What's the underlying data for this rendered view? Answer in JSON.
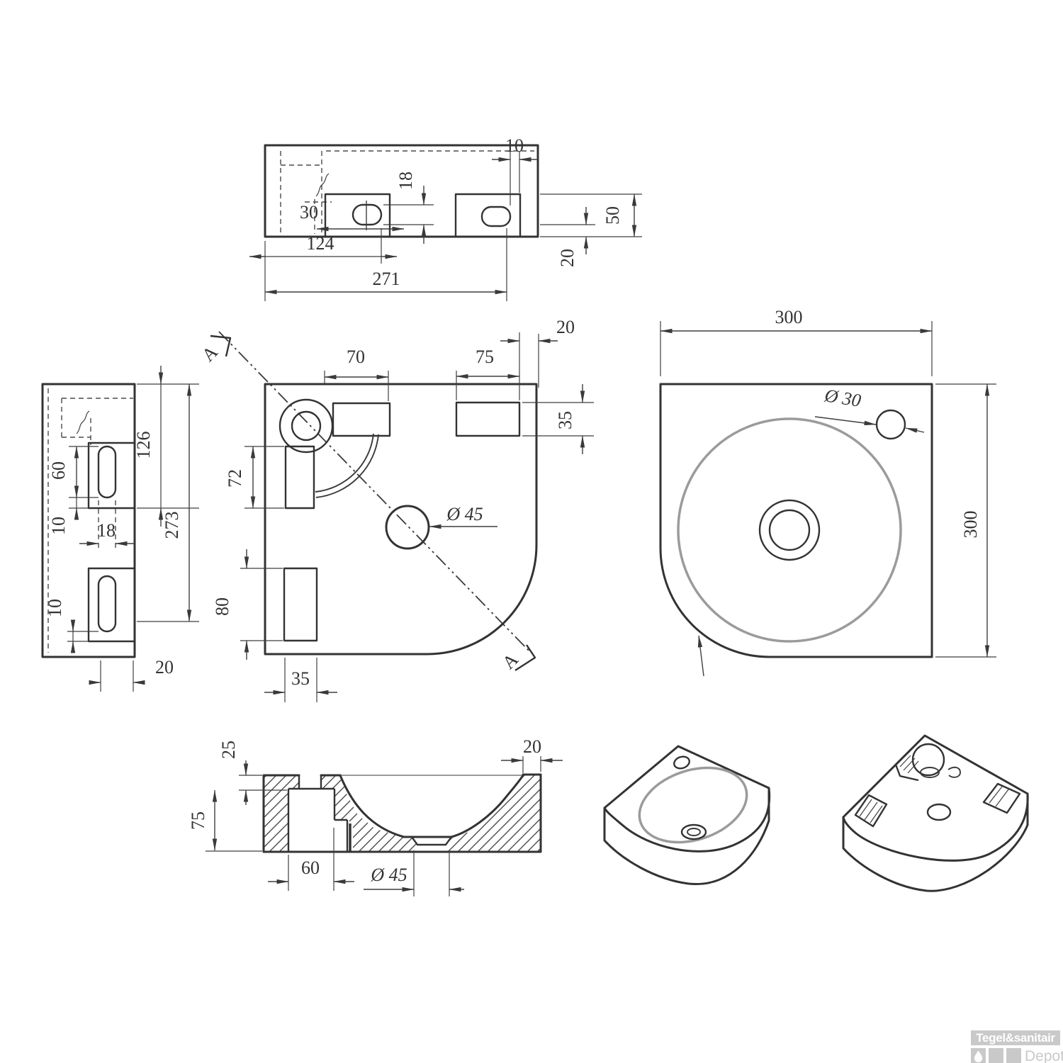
{
  "colors": {
    "line": "#333333",
    "dimension": "#3f3f3f",
    "bowl_gray": "#9b9b9b",
    "logo_gray": "#c9c9c9",
    "background": "#ffffff"
  },
  "views": {
    "back": {
      "d10": "10",
      "d18": "18",
      "d30": "30",
      "d124": "124",
      "d271": "271",
      "d50": "50",
      "d20": "20"
    },
    "side": {
      "d126": "126",
      "d60": "60",
      "d10_upper": "10",
      "d18": "18",
      "d273": "273",
      "d10_lower": "10",
      "d20": "20"
    },
    "plan": {
      "section_a_top": "A",
      "section_a_bottom": "A",
      "d70": "70",
      "d75": "75",
      "d20": "20",
      "d35_right": "35",
      "d72": "72",
      "d80": "80",
      "d35_bottom": "35",
      "d45": "Ø 45"
    },
    "top": {
      "d300_width": "300",
      "d30": "Ø 30",
      "d300_height": "300"
    },
    "section": {
      "d25": "25",
      "d75": "75",
      "d20": "20",
      "d60": "60",
      "d45": "Ø 45"
    }
  },
  "logo": {
    "brand": "Tegel&sanitair",
    "sub": "Depot",
    "icon": "droplet"
  }
}
